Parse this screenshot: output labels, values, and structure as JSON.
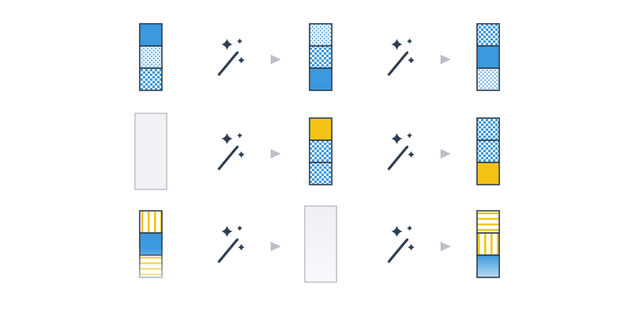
{
  "colors": {
    "blue": "#3b99de",
    "yellow": "#f3c416",
    "outline": "#2e3e4f",
    "empty_fill": "#f1f2f6",
    "empty_outline": "#b9bcc4",
    "wand": "#2f3f52",
    "arrow": "#bcc0c7"
  },
  "rows": [
    {
      "steps": [
        {
          "kind": "stack",
          "cells": [
            "solid-blue",
            "dots-blue",
            "checker-blue"
          ]
        },
        {
          "kind": "stack",
          "cells": [
            "dots-blue",
            "checker-blue",
            "solid-blue"
          ]
        },
        {
          "kind": "stack",
          "cells": [
            "checker-blue",
            "solid-blue",
            "dots-blue"
          ]
        }
      ]
    },
    {
      "steps": [
        {
          "kind": "empty"
        },
        {
          "kind": "stack",
          "cells": [
            "solid-yellow",
            "checker-blue",
            "checker-blue"
          ]
        },
        {
          "kind": "stack",
          "cells": [
            "checker-blue",
            "checker-blue",
            "solid-yellow"
          ]
        }
      ]
    },
    {
      "steps": [
        {
          "kind": "stack",
          "cells": [
            "vstripes-yellow",
            "solid-blue",
            "hstripes-yellow"
          ],
          "fade": true
        },
        {
          "kind": "empty",
          "fade": true
        },
        {
          "kind": "stack",
          "cells": [
            "hstripes-yellow",
            "vstripes-yellow",
            "gradient-blue"
          ]
        }
      ]
    }
  ],
  "transition": {
    "icon": "magic-wand-icon",
    "arrow": "arrow-right-icon"
  }
}
